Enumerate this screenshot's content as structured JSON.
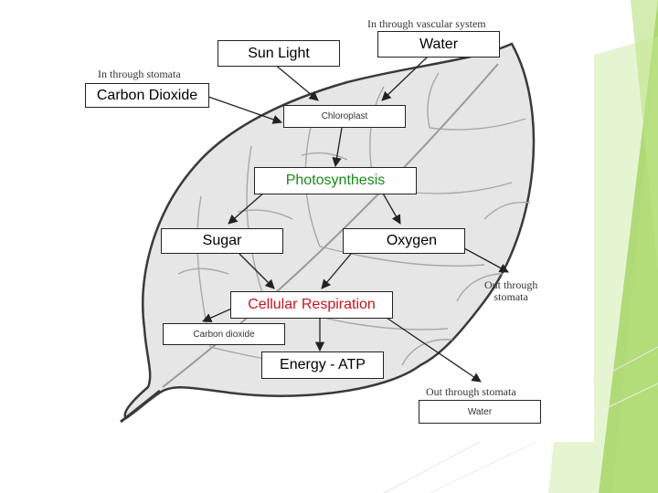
{
  "labels": {
    "sunlight": "Sun Light",
    "water_in": "Water",
    "carbon_dioxide_in": "Carbon Dioxide",
    "chloroplast": "Chloroplast",
    "photosynthesis": "Photosynthesis",
    "sugar": "Sugar",
    "oxygen": "Oxygen",
    "cellular_respiration": "Cellular Respiration",
    "carbon_dioxide_out": "Carbon  dioxide",
    "energy": "Energy - ATP",
    "water_out": "Water"
  },
  "captions": {
    "vascular_in": "In through vascular system",
    "stomata_in": "In through stomata",
    "stomata_out_right_line1": "Out through",
    "stomata_out_right_line2": "stomata",
    "stomata_out_bottom": "Out through stomata"
  },
  "colors": {
    "photosynthesis": "#1a8a1a",
    "cellular_respiration": "#c8141e",
    "leaf_fill": "#e6e6e6",
    "slide_accent": "#8cc63f"
  }
}
